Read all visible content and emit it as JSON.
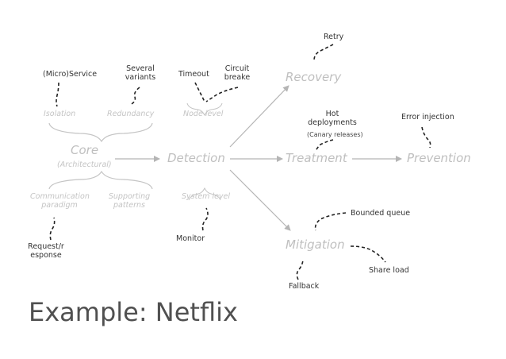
{
  "nodes": {
    "core": "Core",
    "architectural": "(Architectural)",
    "detection": "Detection",
    "recovery": "Recovery",
    "treatment": "Treatment",
    "prevention": "Prevention",
    "mitigation": "Mitigation"
  },
  "sub_labels": {
    "isolation": "Isolation",
    "redundancy": "Redundancy",
    "communication": "Communication paradigm",
    "supporting": "Supporting patterns",
    "node_level": "Node level",
    "system_level": "System level"
  },
  "examples": {
    "microservice": "(Micro)Service",
    "several_variants": "Several variants",
    "request_response": "Request/r esponse",
    "timeout": "Timeout",
    "circuit_breaker": "Circuit breake",
    "monitor": "Monitor",
    "retry": "Retry",
    "hot_deployments": "Hot deployments",
    "canary_releases": "(Canary releases)",
    "error_injection": "Error injection",
    "bounded_queue": "Bounded queue",
    "share_load": "Share load",
    "fallback": "Fallback"
  },
  "title": "Example: Netflix",
  "colors": {
    "category_text": "#bfbfbf",
    "example_text": "#333333",
    "dashes": "#222222",
    "arrows": "#b5b5b5",
    "title": "#505050"
  }
}
